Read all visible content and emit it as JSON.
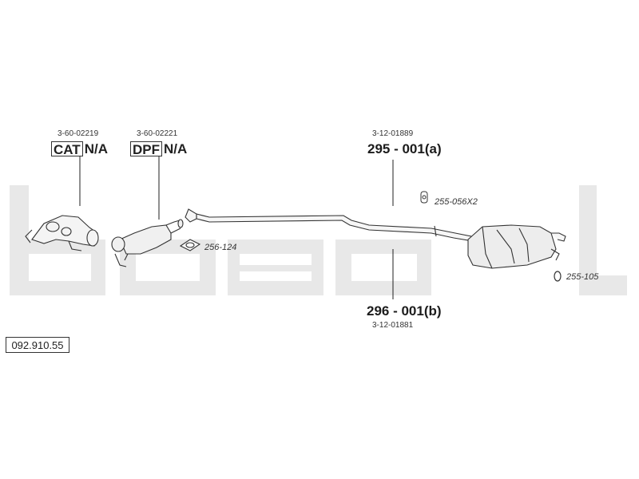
{
  "reference": "092.910.55",
  "catalytic": {
    "code": "3-60-02219",
    "label": "CAT",
    "value": "N/A"
  },
  "dpf": {
    "code": "3-60-02221",
    "label": "DPF",
    "value": "N/A"
  },
  "front_pipe": {
    "code": "3-12-01889",
    "part": "295 - 001(a)"
  },
  "rear_silencer": {
    "code": "3-12-01881",
    "part": "296 - 001(b)"
  },
  "accessories": {
    "gasket": "256-124",
    "hanger_rubber": "255-056X2",
    "ring": "255-105"
  },
  "colors": {
    "watermark": "#e6e6e6",
    "line": "#333333"
  }
}
